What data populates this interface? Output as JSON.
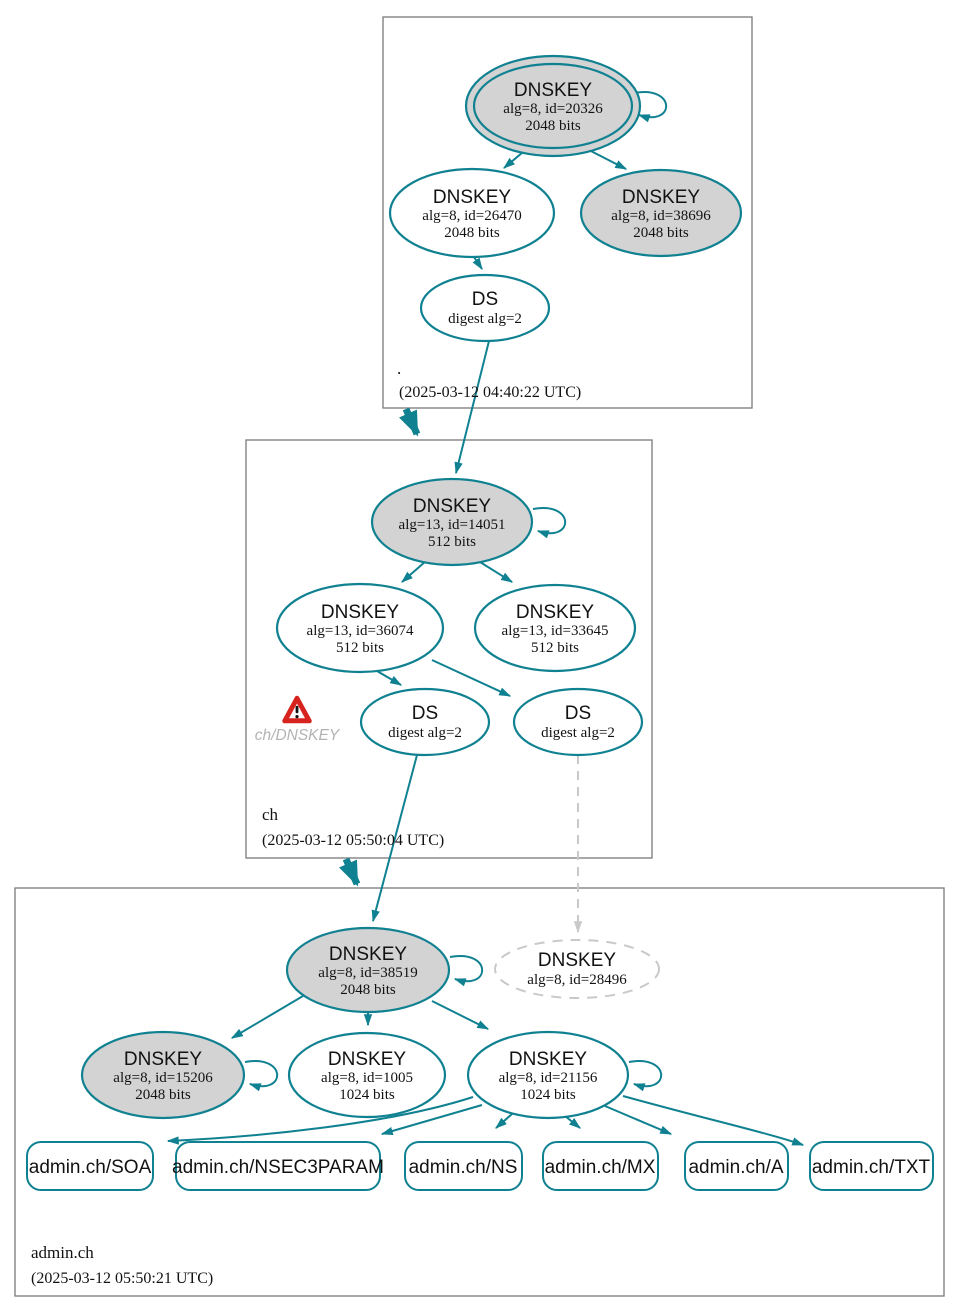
{
  "diagram_type": "dnssec-authentication-chain",
  "colors": {
    "secure_teal": "#0f8191",
    "sep_key_fill": "#d3d3d3",
    "normal_key_fill": "#ffffff",
    "insecure_dashed_gray": "#c9c9c9",
    "warning_red": "#d7231d",
    "zone_border_gray": "#7a7a7a"
  },
  "icons": {
    "warning": "warning-triangle-icon"
  },
  "zones": [
    {
      "name": ".",
      "timestamp": "(2025-03-12 04:40:22 UTC)",
      "ksk": {
        "title": "DNSKEY",
        "alg": "alg=8, id=20326",
        "bits": "2048 bits"
      },
      "zsk": {
        "title": "DNSKEY",
        "alg": "alg=8, id=26470",
        "bits": "2048 bits"
      },
      "standby": {
        "title": "DNSKEY",
        "alg": "alg=8, id=38696",
        "bits": "2048 bits"
      },
      "ds": {
        "title": "DS",
        "digest": "digest alg=2"
      }
    },
    {
      "name": "ch",
      "timestamp": "(2025-03-12 05:50:04 UTC)",
      "warning": "ch/DNSKEY",
      "ksk": {
        "title": "DNSKEY",
        "alg": "alg=13, id=14051",
        "bits": "512 bits"
      },
      "zsk": {
        "title": "DNSKEY",
        "alg": "alg=13, id=36074",
        "bits": "512 bits"
      },
      "standby": {
        "title": "DNSKEY",
        "alg": "alg=13, id=33645",
        "bits": "512 bits"
      },
      "ds1": {
        "title": "DS",
        "digest": "digest alg=2"
      },
      "ds2": {
        "title": "DS",
        "digest": "digest alg=2"
      }
    },
    {
      "name": "admin.ch",
      "timestamp": "(2025-03-12 05:50:21 UTC)",
      "ksk": {
        "title": "DNSKEY",
        "alg": "alg=8, id=38519",
        "bits": "2048 bits"
      },
      "missing": {
        "title": "DNSKEY",
        "alg": "alg=8, id=28496"
      },
      "key15206": {
        "title": "DNSKEY",
        "alg": "alg=8, id=15206",
        "bits": "2048 bits"
      },
      "key1005": {
        "title": "DNSKEY",
        "alg": "alg=8, id=1005",
        "bits": "1024 bits"
      },
      "key21156": {
        "title": "DNSKEY",
        "alg": "alg=8, id=21156",
        "bits": "1024 bits"
      },
      "rrsets": [
        "admin.ch/SOA",
        "admin.ch/NSEC3PARAM",
        "admin.ch/NS",
        "admin.ch/MX",
        "admin.ch/A",
        "admin.ch/TXT"
      ]
    }
  ]
}
